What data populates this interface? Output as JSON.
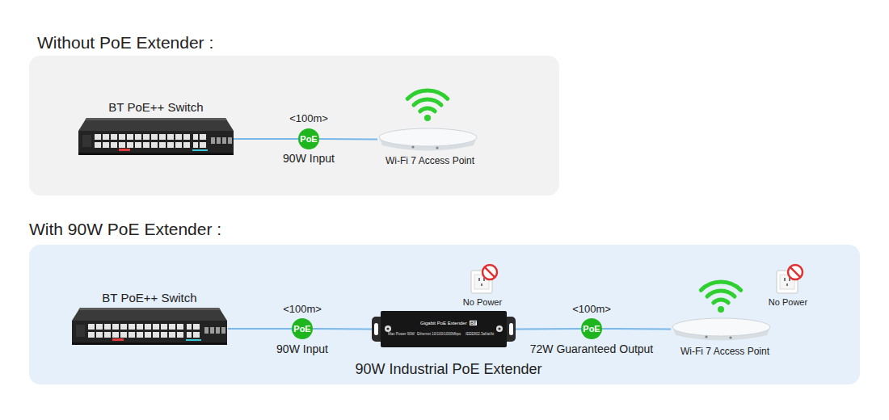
{
  "diagram": {
    "nodes": [
      {
        "text": [
          "Without PoE Extender :"
        ]
      },
      {
        "text": [
          "BT PoE++ Switch"
        ],
        "in": 0
      },
      {
        "text": [
          "PoE"
        ],
        "in": 0
      },
      {
        "text": [
          "Wi-Fi 7 Access Point"
        ],
        "in": 0
      },
      {
        "text": [
          "With 90W PoE Extender :"
        ]
      },
      {
        "text": [
          "BT PoE++ Switch"
        ],
        "in": 4
      },
      {
        "text": [
          "PoE"
        ],
        "in": 4
      },
      {
        "text": [
          "Gigabit PoE Extender",
          "BT",
          "Max Power 90W",
          "Ethernet 10/100/1000Mbps",
          "IEEE802.3af/at/bt",
          "90W Industrial PoE Extender"
        ],
        "in": 4
      },
      {
        "text": [
          "PoE"
        ],
        "in": 4
      },
      {
        "text": [
          "Wi-Fi 7 Access Point"
        ],
        "in": 4
      }
    ],
    "edges": [
      {
        "from": 1,
        "to": 2,
        "arrow": "none"
      },
      {
        "from": 2,
        "to": 3,
        "arrow": "none"
      },
      {
        "from": 5,
        "to": 6,
        "arrow": "none"
      },
      {
        "from": 6,
        "to": 7,
        "arrow": "none"
      },
      {
        "from": 7,
        "to": 8,
        "arrow": "none"
      },
      {
        "from": 8,
        "to": 9,
        "arrow": "none"
      }
    ],
    "labels": [
      "<100m>",
      "90W Input",
      "<100m>",
      "90W Input",
      "No Power",
      "<100m>",
      "72W Guaranteed Output",
      "No Power"
    ]
  }
}
